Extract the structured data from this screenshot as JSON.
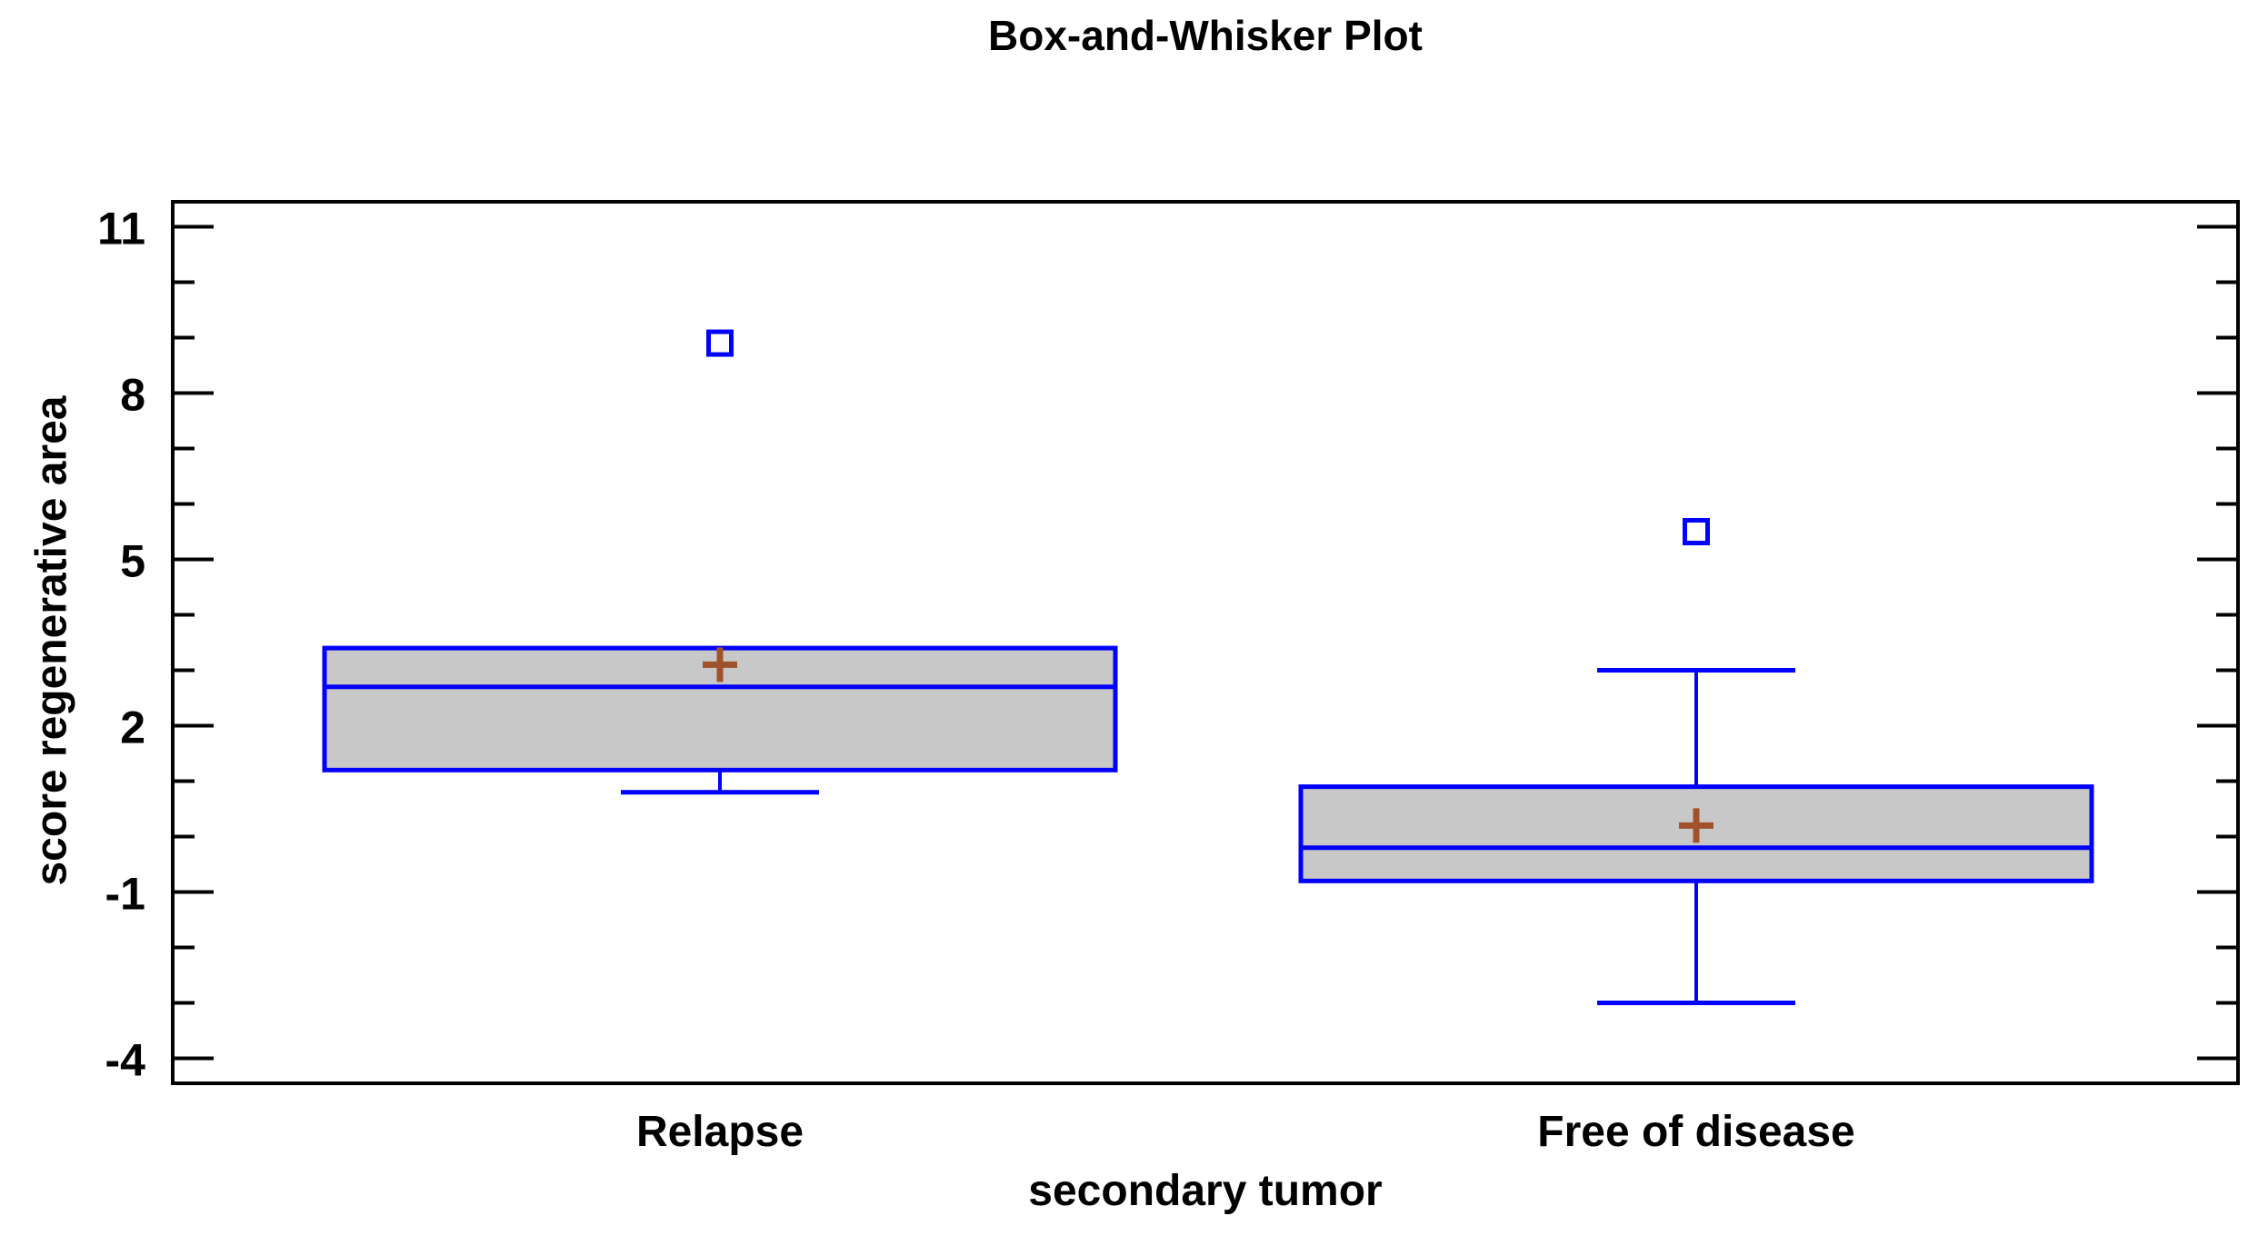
{
  "title": "Box-and-Whisker Plot",
  "colors": {
    "background": "#FFFFFF",
    "axis": "#000000",
    "text": "#000000",
    "box_border": "#0000FF",
    "box_fill": "#C8C8C8",
    "median_line": "#0000FF",
    "whisker": "#0000FF",
    "outlier": "#0000FF",
    "mean_marker": "#A0522D"
  },
  "chart_data": {
    "type": "boxplot",
    "title": "Box-and-Whisker Plot",
    "xlabel": "secondary tumor",
    "ylabel": "score regenerative area",
    "categories": [
      "Relapse",
      "Free of disease"
    ],
    "y_axis": {
      "min": -4.45,
      "max": 11.45,
      "major_ticks": [
        11,
        8,
        5,
        2,
        -1,
        -4
      ],
      "minor_tick_step": 1,
      "grid": false
    },
    "series": [
      {
        "category": "Relapse",
        "lower_whisker": 0.8,
        "q1": 1.2,
        "median": 2.7,
        "q3": 3.4,
        "upper_whisker": 3.4,
        "mean": 3.1,
        "outliers": [
          8.9
        ]
      },
      {
        "category": "Free of disease",
        "lower_whisker": -3.0,
        "q1": -0.8,
        "median": -0.2,
        "q3": 0.9,
        "upper_whisker": 3.0,
        "mean": 0.2,
        "outliers": [
          5.5
        ]
      }
    ],
    "legend": "none",
    "marker_hints": {
      "mean": "plus-cross",
      "outlier": "open-square"
    }
  }
}
